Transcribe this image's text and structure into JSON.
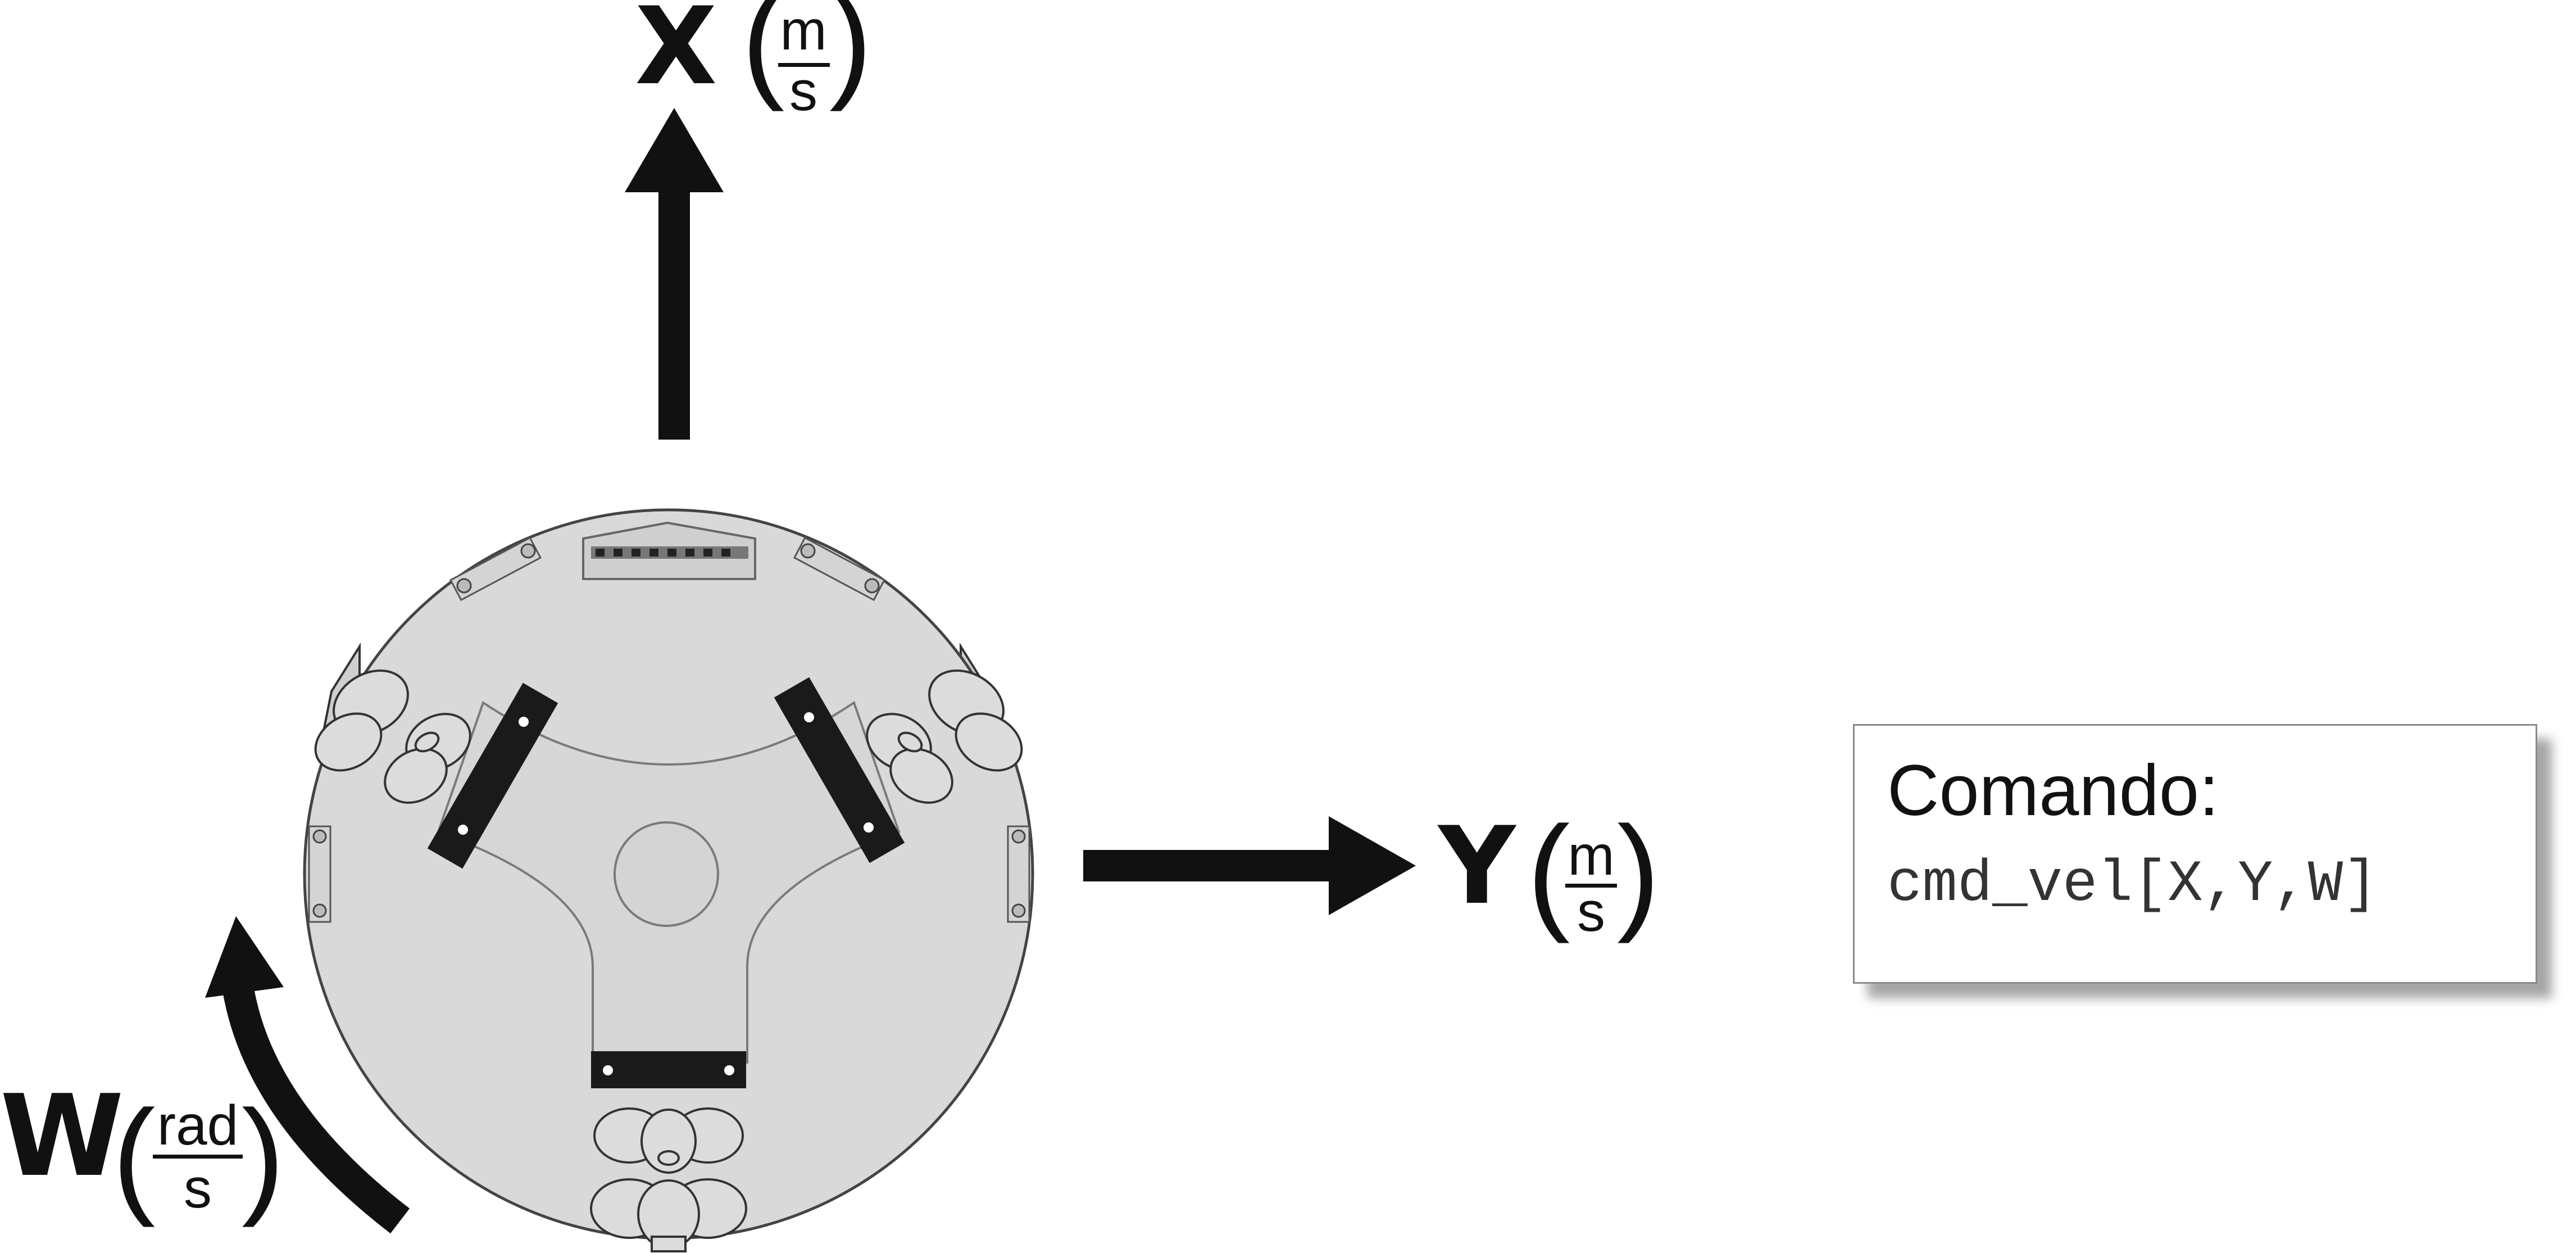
{
  "diagram": {
    "axes": {
      "x": {
        "symbol": "X",
        "unit_num": "m",
        "unit_den": "s"
      },
      "y": {
        "symbol": "Y",
        "unit_num": "m",
        "unit_den": "s"
      },
      "w": {
        "symbol": "W",
        "unit_num": "rad",
        "unit_den": "s"
      }
    },
    "command_box": {
      "title": "Comando:",
      "code": "cmd_vel[X,Y,W]"
    },
    "colors": {
      "robot_body": "#d9d9d9",
      "robot_outline": "#555555",
      "arrow": "#111111",
      "motor_bracket": "#1a1a1a"
    }
  }
}
